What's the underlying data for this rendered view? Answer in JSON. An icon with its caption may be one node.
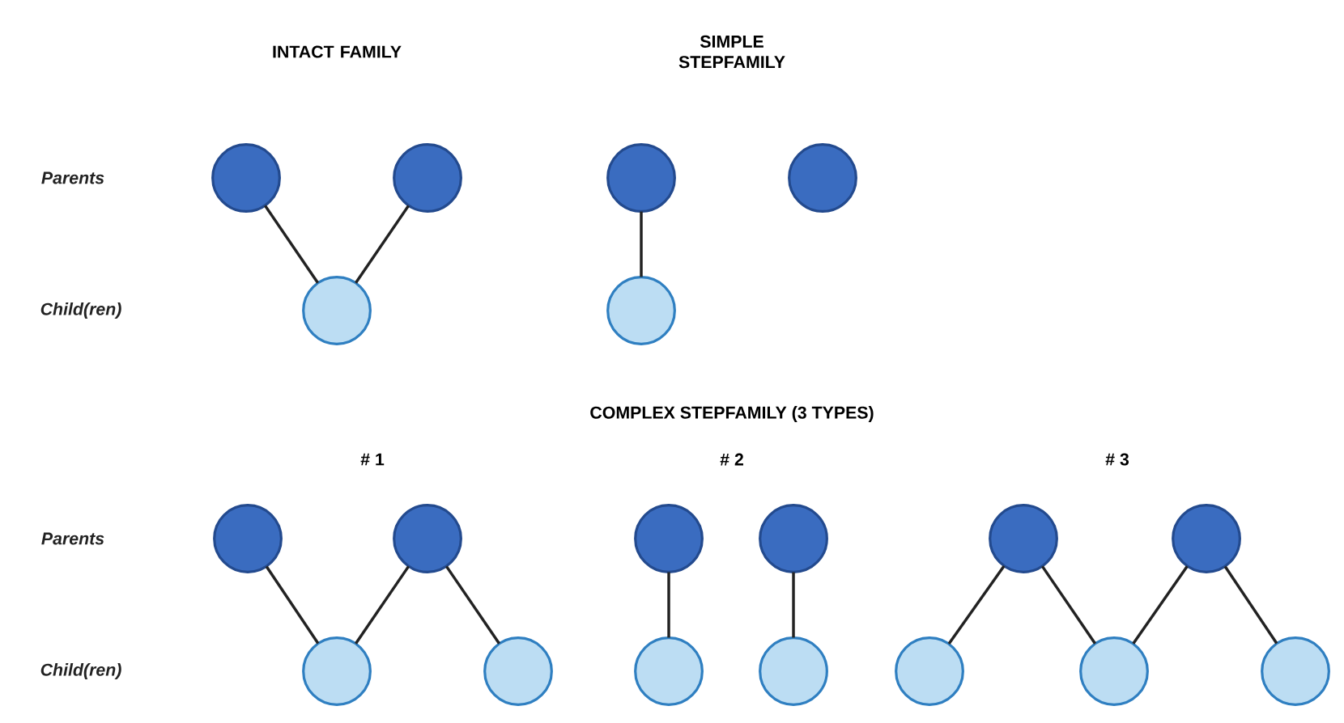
{
  "diagram": {
    "nodes": [
      {
        "text": [],
        "shape": "circle"
      },
      {
        "text": [],
        "shape": "circle"
      },
      {
        "text": [],
        "shape": "circle"
      },
      {
        "text": [],
        "shape": "circle"
      },
      {
        "text": [],
        "shape": "circle"
      },
      {
        "text": [],
        "shape": "circle"
      },
      {
        "text": [],
        "shape": "circle"
      },
      {
        "text": [],
        "shape": "circle"
      },
      {
        "text": [],
        "shape": "circle"
      },
      {
        "text": [],
        "shape": "circle"
      },
      {
        "text": [],
        "shape": "circle"
      },
      {
        "text": [],
        "shape": "circle"
      },
      {
        "text": [],
        "shape": "circle"
      },
      {
        "text": [],
        "shape": "circle"
      },
      {
        "text": [],
        "shape": "circle"
      },
      {
        "text": [],
        "shape": "circle"
      },
      {
        "text": [],
        "shape": "circle"
      },
      {
        "text": [],
        "shape": "circle"
      },
      {
        "text": [],
        "shape": "circle"
      }
    ],
    "edges": [
      {
        "from": 0,
        "to": 2,
        "arrow": "none"
      },
      {
        "from": 1,
        "to": 2,
        "arrow": "none"
      },
      {
        "from": 3,
        "to": 5,
        "arrow": "none"
      },
      {
        "from": 6,
        "to": 8,
        "arrow": "none"
      },
      {
        "from": 7,
        "to": 8,
        "arrow": "none"
      },
      {
        "from": 7,
        "to": 9,
        "arrow": "none"
      },
      {
        "from": 10,
        "to": 12,
        "arrow": "none"
      },
      {
        "from": 11,
        "to": 13,
        "arrow": "none"
      },
      {
        "from": 14,
        "to": 16,
        "arrow": "none"
      },
      {
        "from": 14,
        "to": 17,
        "arrow": "none"
      },
      {
        "from": 15,
        "to": 17,
        "arrow": "none"
      },
      {
        "from": 15,
        "to": 18,
        "arrow": "none"
      }
    ],
    "labels": [
      "INTACT FAMILY",
      "SIMPLE STEPFAMILY",
      "Parents",
      "Child(ren)",
      "COMPLEX STEPFAMILY (3 TYPES)",
      "# 1",
      "# 2",
      "# 3",
      "Parents",
      "Child(ren)"
    ]
  }
}
